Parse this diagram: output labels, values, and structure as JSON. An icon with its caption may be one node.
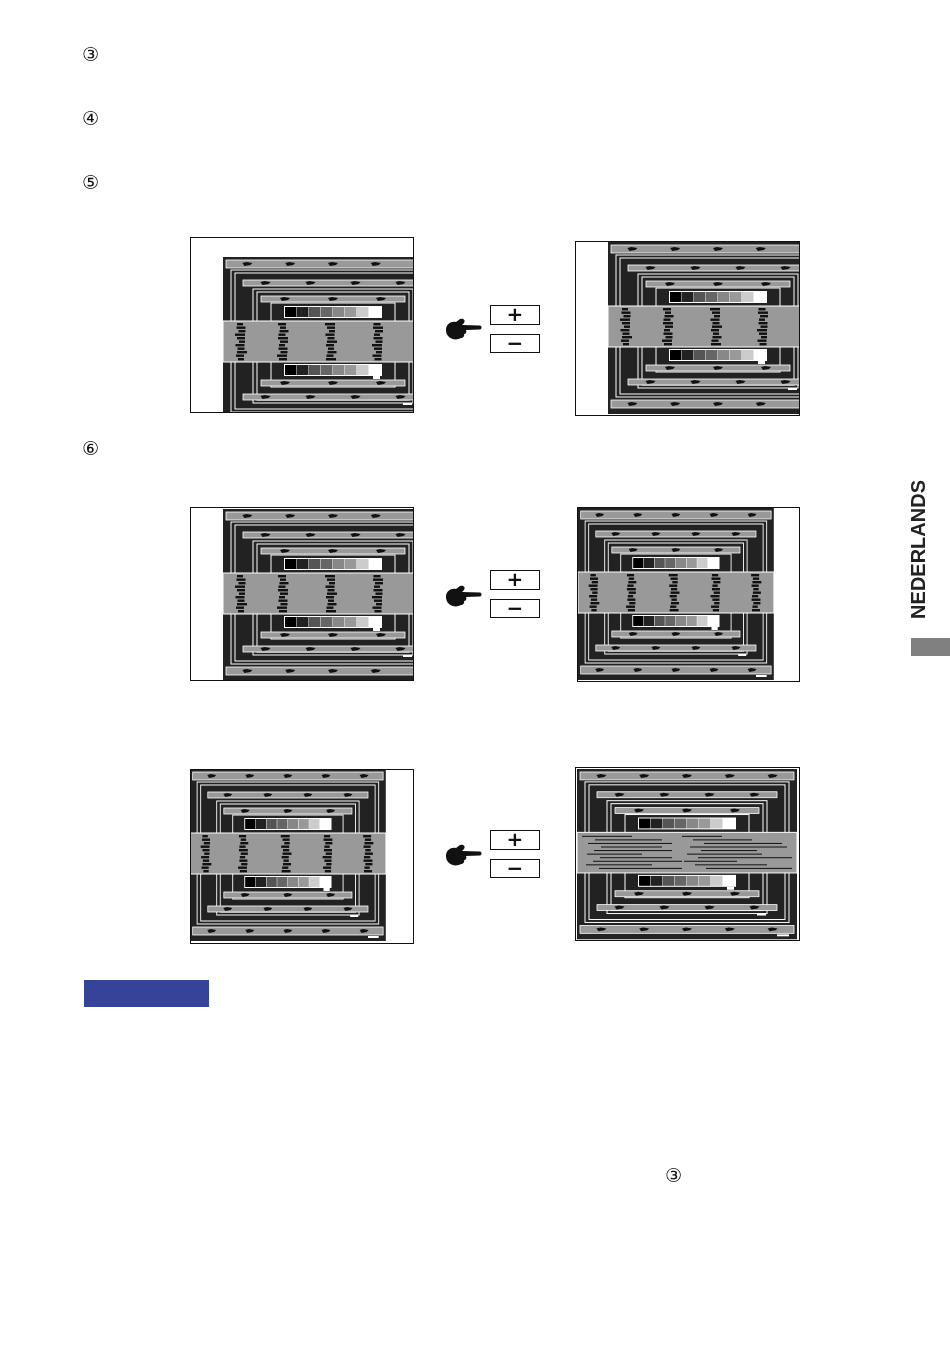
{
  "diagram": {
    "nodes": [
      {
        "text": [
          "+"
        ]
      },
      {
        "text": [
          "−"
        ]
      },
      {
        "text": [
          "+"
        ]
      },
      {
        "text": [
          "−"
        ]
      },
      {
        "text": [
          "+"
        ]
      },
      {
        "text": [
          "−"
        ]
      },
      {
        "text": [],
        "shape": "bar"
      }
    ],
    "labels": [
      "③",
      "④",
      "⑤",
      "⑥",
      "NEDERLANDS",
      "③"
    ]
  }
}
